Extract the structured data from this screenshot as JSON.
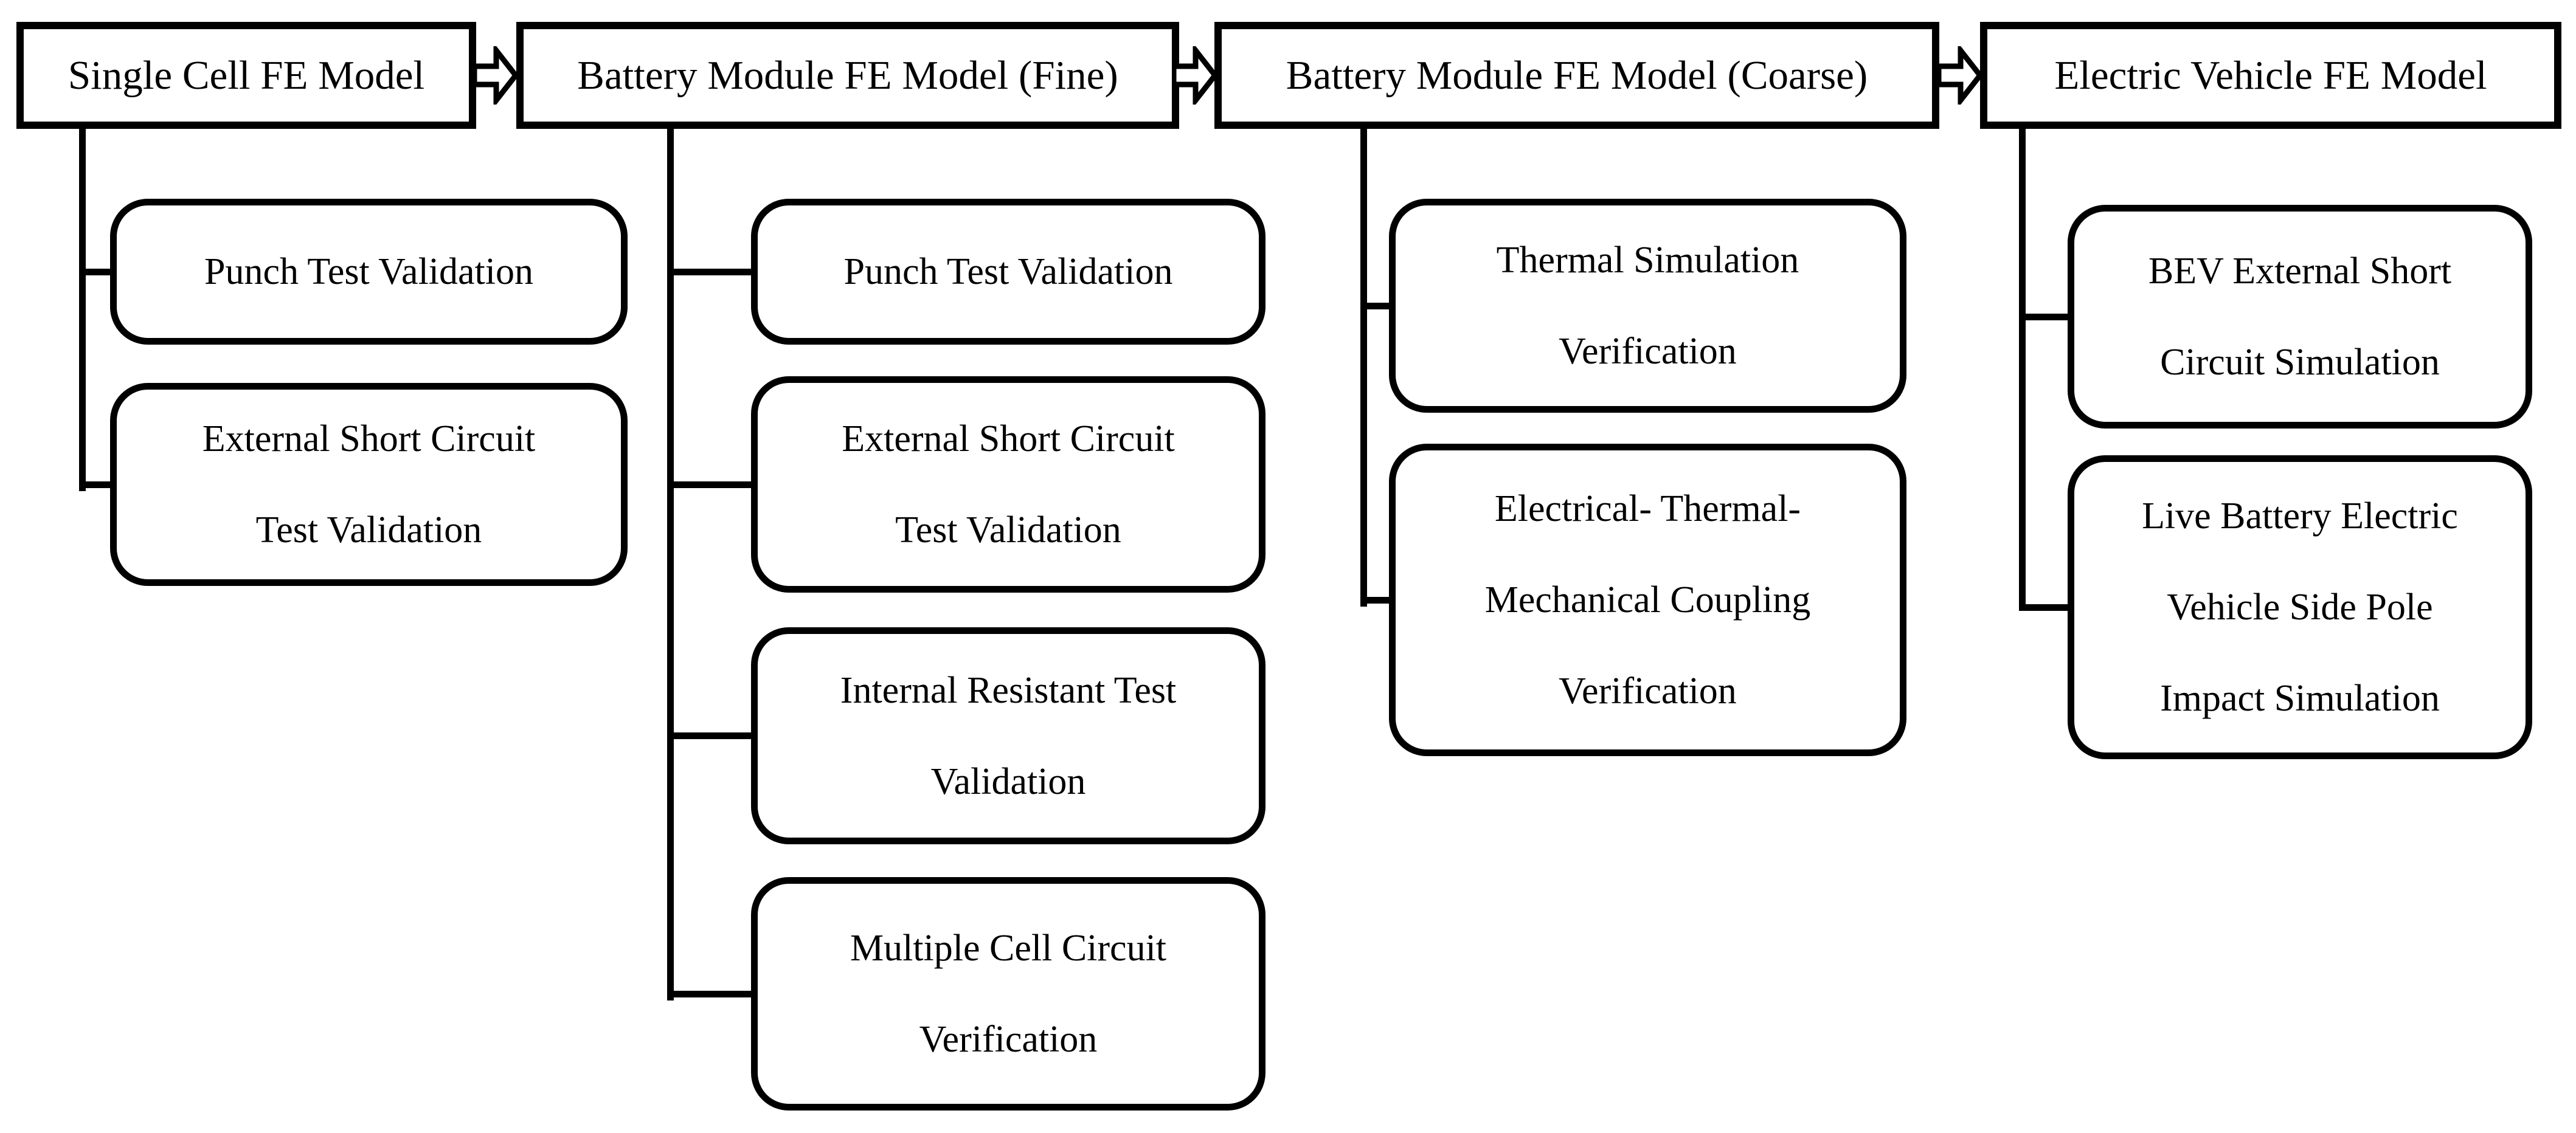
{
  "diagram_type": "flowchart",
  "colors": {
    "stroke": "#000000",
    "fill": "#ffffff",
    "text": "#000000"
  },
  "icons": {
    "flow_arrow": "right-block-arrow"
  },
  "columns": [
    {
      "header": "Single Cell FE Model",
      "children": [
        [
          "Punch Test Validation"
        ],
        [
          "External Short Circuit",
          "Test Validation"
        ]
      ]
    },
    {
      "header": "Battery Module FE Model (Fine)",
      "children": [
        [
          "Punch Test Validation"
        ],
        [
          "External Short Circuit",
          "Test Validation"
        ],
        [
          "Internal Resistant Test",
          "Validation"
        ],
        [
          "Multiple Cell Circuit",
          "Verification"
        ]
      ]
    },
    {
      "header": "Battery Module FE Model (Coarse)",
      "children": [
        [
          "Thermal Simulation",
          "Verification"
        ],
        [
          "Electrical- Thermal-",
          "Mechanical Coupling",
          "Verification"
        ]
      ]
    },
    {
      "header": "Electric Vehicle FE Model",
      "children": [
        [
          "BEV External Short",
          "Circuit Simulation"
        ],
        [
          "Live Battery Electric",
          "Vehicle Side Pole",
          "Impact Simulation"
        ]
      ]
    }
  ]
}
